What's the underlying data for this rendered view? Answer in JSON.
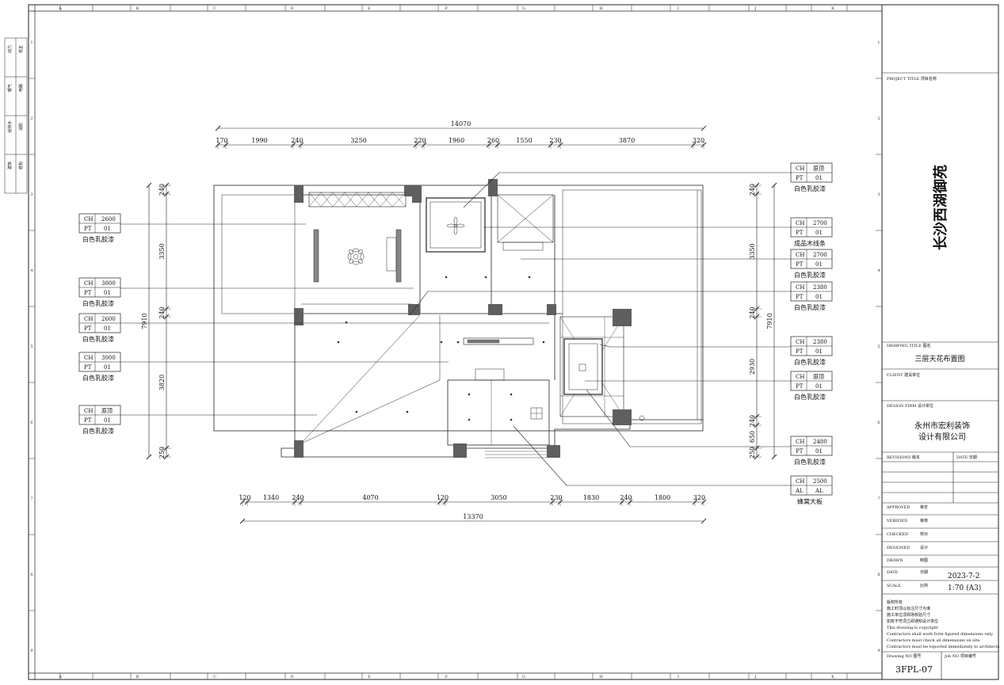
{
  "grid": {
    "cols": [
      "A",
      "B",
      "C",
      "D",
      "E",
      "F",
      "G",
      "H",
      "I",
      "J",
      "K"
    ],
    "rows": [
      "1",
      "2",
      "3",
      "4",
      "5",
      "6",
      "7",
      "8",
      "9"
    ]
  },
  "left_stamps": [
    "动力",
    "校正",
    "暖气",
    "电路",
    "给排水",
    "消防",
    "建筑",
    "结构"
  ],
  "dims": {
    "top_total": "14070",
    "top": [
      "170",
      "1990",
      "240",
      "3250",
      "220",
      "1960",
      "260",
      "1550",
      "230",
      "3870",
      "320"
    ],
    "bottom_total": "13370",
    "bottom": [
      "120",
      "1340",
      "240",
      "4070",
      "120",
      "3050",
      "230",
      "1830",
      "240",
      "1800",
      "320"
    ],
    "left_total": "7910",
    "left": [
      "240",
      "3350",
      "240",
      "3820",
      "250"
    ],
    "right_total": "7910",
    "right": [
      "240",
      "3350",
      "240",
      "2930",
      "240",
      "650",
      "250"
    ]
  },
  "tags_left": [
    {
      "ch": "2600",
      "pt": "01",
      "caption": "白色乳胶漆"
    },
    {
      "ch": "3000",
      "pt": "01",
      "caption": "白色乳胶漆"
    },
    {
      "ch": "2600",
      "pt": "01",
      "caption": "白色乳胶漆"
    },
    {
      "ch": "3000",
      "pt": "01",
      "caption": "白色乳胶漆"
    },
    {
      "ch": "原顶",
      "pt": "01",
      "caption": "白色乳胶漆"
    }
  ],
  "tags_right": [
    {
      "ch": "原顶",
      "pt": "01",
      "caption": "白色乳胶漆"
    },
    {
      "ch": "2700",
      "pt": "01",
      "caption": "成品木线条"
    },
    {
      "ch": "2700",
      "pt": "01",
      "caption": "白色乳胶漆"
    },
    {
      "ch": "2380",
      "pt": "01",
      "caption": "白色乳胶漆"
    },
    {
      "ch": "2380",
      "pt": "01",
      "caption": "白色乳胶漆"
    },
    {
      "ch": "原顶",
      "pt": "01",
      "caption": "白色乳胶漆"
    },
    {
      "ch": "2480",
      "pt": "01",
      "caption": "白色乳胶漆"
    },
    {
      "ch": "2500",
      "pt": "AL",
      "caption": "蜂窝大板"
    }
  ],
  "tag_labels": {
    "ch": "CH",
    "pt": "PT",
    "al": "AL"
  },
  "title_block": {
    "project_title_label": "PROJECT TITLE  项目名称",
    "project_name": "长沙西湖御苑",
    "drawing_title_label": "DRAWING TITLE  图名",
    "drawing_title": "三层天花布置图",
    "client_label": "CLIENT  建设单位",
    "design_firm_label": "DESIGN FIRM  设计单位",
    "design_firm_line1": "永州市宏利装饰",
    "design_firm_line2": "设计有限公司",
    "revisions_label": "REVISIONS  版本",
    "revisions_date_label": "DATE  日期",
    "approved": "APPROVED",
    "approved_cn": "审定",
    "verified": "VERIFIED",
    "verified_cn": "审核",
    "checked": "CHECKED",
    "checked_cn": "校对",
    "designed": "DESIGNED",
    "designed_cn": "设计",
    "drawn": "DRAWN",
    "drawn_cn": "制图",
    "date_label": "DATE",
    "date_cn": "日期",
    "date_value": "2023-7-2",
    "scale_label": "SCALE",
    "scale_cn": "比例",
    "scale_value": "1:70 (A3)",
    "notes": [
      "版权所有",
      "施工时须以标注尺寸为准",
      "施工单位须现场校验尺寸",
      "如有不符须立即通知设计单位",
      "This drawing is copyright",
      "Contractors shall work form figured dimensions only",
      "Contractors must check all dimensions on site",
      "Contractors must be reported immediately to architects"
    ],
    "drawing_no_label": "Drawing NO  图号",
    "job_no_label": "Job NO  项目编号",
    "drawing_no": "3FPL-07"
  },
  "colors": {
    "line": "#222222",
    "column": "#5f5f5f",
    "thin": "#555555"
  }
}
